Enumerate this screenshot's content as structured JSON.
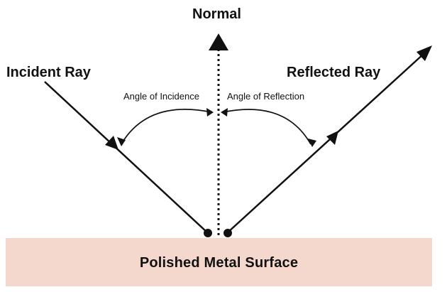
{
  "title": "Normal",
  "labels": {
    "normal": "Normal",
    "incident_ray": "Incident Ray",
    "reflected_ray": "Reflected Ray",
    "angle_of_incidence": "Angle of Incidence",
    "angle_of_reflection": "Angle of Reflection",
    "surface": "Polished Metal Surface"
  },
  "colors": {
    "line": "#111111",
    "surface": "#f4d8cd"
  }
}
